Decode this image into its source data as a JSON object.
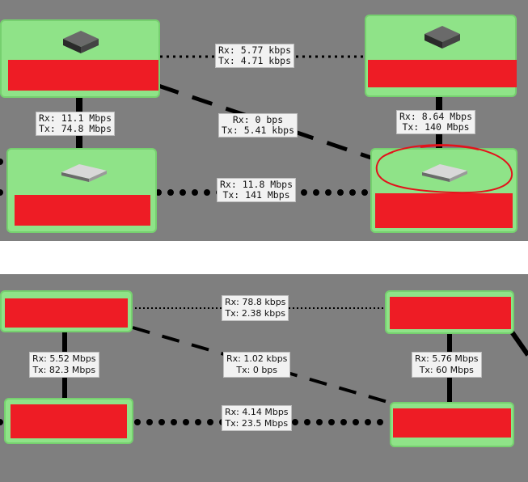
{
  "top_view": {
    "links": {
      "top_pair": {
        "rx": "Rx: 5.77 kbps",
        "tx": "Tx: 4.71 kbps"
      },
      "diagonal": {
        "rx": "Rx: 0 bps",
        "tx": "Tx: 5.41 kbps"
      },
      "left_vertical": {
        "rx": "Rx: 11.1 Mbps",
        "tx": "Tx: 74.8 Mbps"
      },
      "right_vertical": {
        "rx": "Rx: 8.64 Mbps",
        "tx": "Tx: 140 Mbps"
      },
      "bottom_pair": {
        "rx": "Rx: 11.8 Mbps",
        "tx": "Tx: 141 Mbps"
      }
    },
    "nodes": {
      "top_left": {
        "icon": "router-icon"
      },
      "top_right": {
        "icon": "router-icon"
      },
      "bottom_left": {
        "icon": "switch-icon"
      },
      "bottom_right": {
        "icon": "switch-icon",
        "annotation": "red-circle-highlight"
      }
    }
  },
  "bottom_view": {
    "links": {
      "top_pair": {
        "rx": "Rx: 78.8 kbps",
        "tx": "Tx: 2.38 kbps"
      },
      "diagonal": {
        "rx": "Rx: 1.02 kbps",
        "tx": "Tx: 0 bps"
      },
      "left_vertical": {
        "rx": "Rx: 5.52 Mbps",
        "tx": "Tx: 82.3 Mbps"
      },
      "right_vertical": {
        "rx": "Rx: 5.76 Mbps",
        "tx": "Tx: 60 Mbps"
      },
      "bottom_pair": {
        "rx": "Rx: 4.14 Mbps",
        "tx": "Tx: 23.5 Mbps"
      }
    }
  },
  "colors": {
    "canvas": "#7f7f7f",
    "node_fill": "#8fe388",
    "redaction": "#ee1c25",
    "annotation": "#e3121b"
  }
}
